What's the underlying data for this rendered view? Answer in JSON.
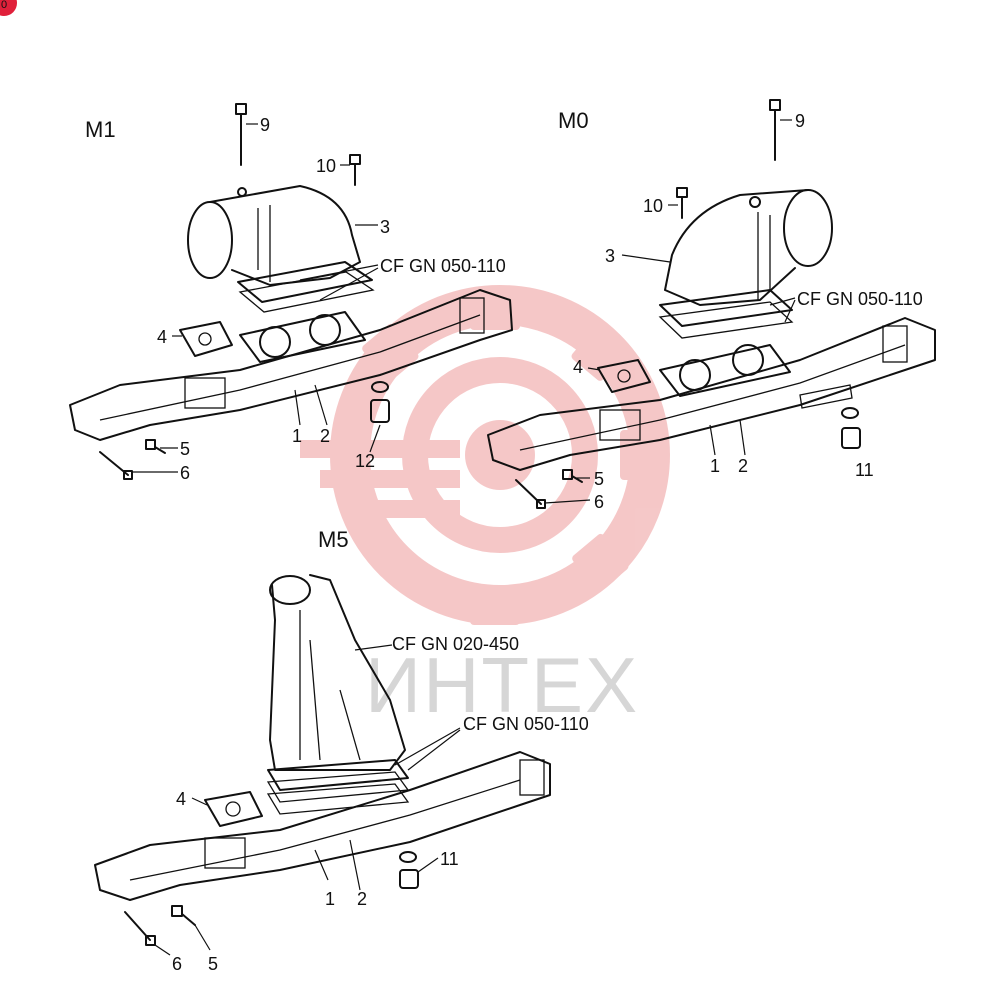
{
  "groups": {
    "m1": "M1",
    "m0": "M0",
    "m5": "M5"
  },
  "callouts": {
    "m1": {
      "p9": "9",
      "p10": "10",
      "p3": "3",
      "ref": "CF GN 050-110",
      "p4": "4",
      "p1": "1",
      "p2": "2",
      "p12": "12",
      "p5": "5",
      "p6": "6"
    },
    "m0": {
      "p9": "9",
      "p10": "10",
      "p3": "3",
      "ref": "CF GN 050-110",
      "p4": "4",
      "p1": "1",
      "p2": "2",
      "p11": "11",
      "p5": "5",
      "p6": "6"
    },
    "m5": {
      "ref1": "CF GN 020-450",
      "ref2": "CF GN 050-110",
      "p4": "4",
      "p1": "1",
      "p2": "2",
      "p11": "11",
      "p6": "6",
      "p5": "5"
    }
  },
  "watermark": {
    "text": "ИНТЕХ",
    "colors": {
      "gear": "#f4c2c2",
      "text": "#d9d9d9"
    }
  },
  "corner_badge": {
    "glyph": "0",
    "color": "#e0203a"
  }
}
